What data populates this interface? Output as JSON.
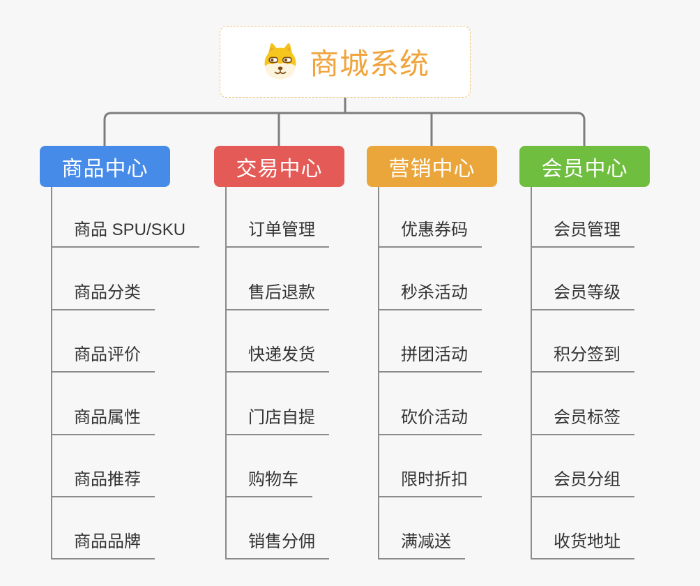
{
  "page": {
    "background_color": "#f7f7f7",
    "connector_color": "#7d7d7d",
    "underline_color": "#8b8b8b",
    "leaf_text_color": "#333333"
  },
  "root": {
    "title": "商城系统",
    "title_color": "#f0a43c",
    "icon": "shiba-dog-icon",
    "border_color": "#f2c37c"
  },
  "branches": [
    {
      "label": "商品中心",
      "color": "#478be8",
      "items": [
        "商品 SPU/SKU",
        "商品分类",
        "商品评价",
        "商品属性",
        "商品推荐",
        "商品品牌"
      ]
    },
    {
      "label": "交易中心",
      "color": "#e45a56",
      "items": [
        "订单管理",
        "售后退款",
        "快递发货",
        "门店自提",
        "购物车",
        "销售分佣"
      ]
    },
    {
      "label": "营销中心",
      "color": "#eba63b",
      "items": [
        "优惠券码",
        "秒杀活动",
        "拼团活动",
        "砍价活动",
        "限时折扣",
        "满减送"
      ]
    },
    {
      "label": "会员中心",
      "color": "#6fbe3f",
      "items": [
        "会员管理",
        "会员等级",
        "积分签到",
        "会员标签",
        "会员分组",
        "收货地址"
      ]
    }
  ]
}
